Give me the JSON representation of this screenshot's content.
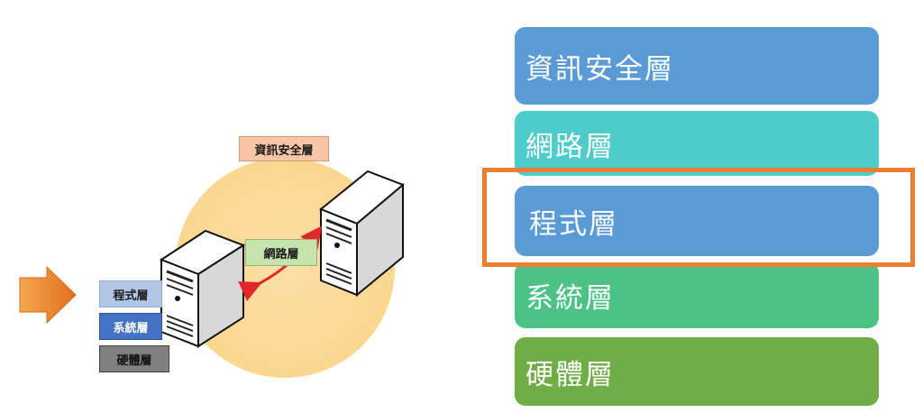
{
  "diagram": {
    "security_label": "資訊安全層",
    "network_label": "網路層",
    "program_label": "程式層",
    "system_label": "系統層",
    "hardware_label": "硬體層"
  },
  "layers": [
    {
      "label": "資訊安全層",
      "color": "#5b9bd5"
    },
    {
      "label": "網路層",
      "color": "#4ecbcb"
    },
    {
      "label": "程式層",
      "color": "#5b9bd5"
    },
    {
      "label": "系統層",
      "color": "#4cc285"
    },
    {
      "label": "硬體層",
      "color": "#70ad47"
    }
  ],
  "highlighted_layer": "程式層"
}
